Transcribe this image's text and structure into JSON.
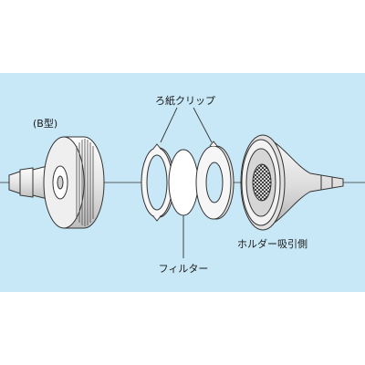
{
  "labels": {
    "type_b": "(B型)",
    "filter_paper_clips": "ろ紙クリップ",
    "filter": "フィルター",
    "holder_suction_side": "ホルダー吸引側"
  },
  "colors": {
    "background_band": "#c9e8f7",
    "line": "#333333",
    "part_fill": "#f4f4f4"
  }
}
